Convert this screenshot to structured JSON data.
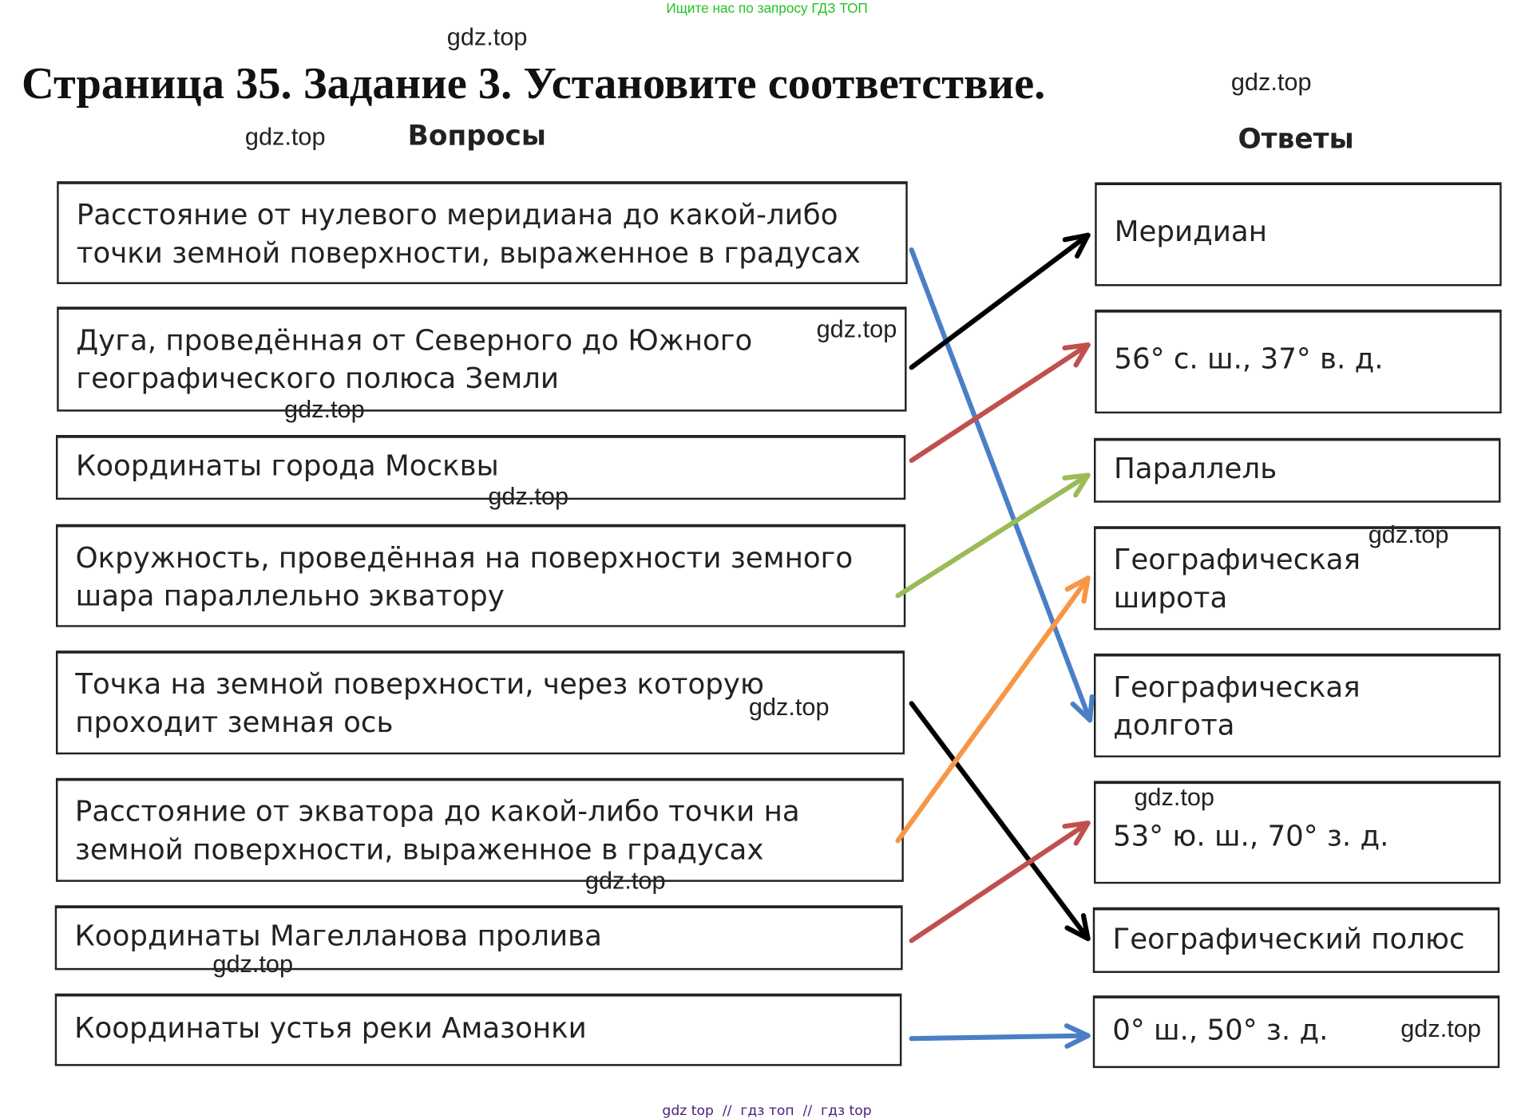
{
  "header": {
    "promo": "Ищите нас по запросу ГДЗ ТОП",
    "title": "Страница 35. Задание 3. Установите соответствие.",
    "questions_heading": "Вопросы",
    "answers_heading": "Ответы"
  },
  "questions": [
    "Расстояние от нулевого меридиана до какой-либо точки земной поверхности, выраженное в градусах",
    "Дуга, проведённая от Северного до Южного географического полюса Земли",
    "Координаты города Москвы",
    "Окружность, проведённая на поверхности земного шара параллельно экватору",
    "Точка на земной поверхности, через которую проходит земная ось",
    "Расстояние от экватора до какой-либо точки на земной поверхности, выраженное в градусах",
    "Координаты Магелланова пролива",
    "Координаты устья реки Амазонки"
  ],
  "answers": [
    "Меридиан",
    "56° с. ш., 37° в. д.",
    "Параллель",
    "Географическая широта",
    "Географическая долгота",
    "53° ю. ш., 70° з. д.",
    "Географический полюс",
    "0° ш., 50° з. д."
  ],
  "matches": [
    {
      "question": 1,
      "answer": 5,
      "color": "#4a7fc6"
    },
    {
      "question": 2,
      "answer": 1,
      "color": "#000000"
    },
    {
      "question": 3,
      "answer": 2,
      "color": "#c0504d"
    },
    {
      "question": 4,
      "answer": 3,
      "color": "#9bbb59"
    },
    {
      "question": 5,
      "answer": 7,
      "color": "#000000"
    },
    {
      "question": 6,
      "answer": 4,
      "color": "#f79646"
    },
    {
      "question": 7,
      "answer": 6,
      "color": "#c0504d"
    },
    {
      "question": 8,
      "answer": 8,
      "color": "#4a7fc6"
    }
  ],
  "watermark": "gdz.top",
  "footer": "gdz top  //  гдз топ  //  гдз top",
  "colors": {
    "promo": "#22c322",
    "footer": "#4b1e7a"
  }
}
